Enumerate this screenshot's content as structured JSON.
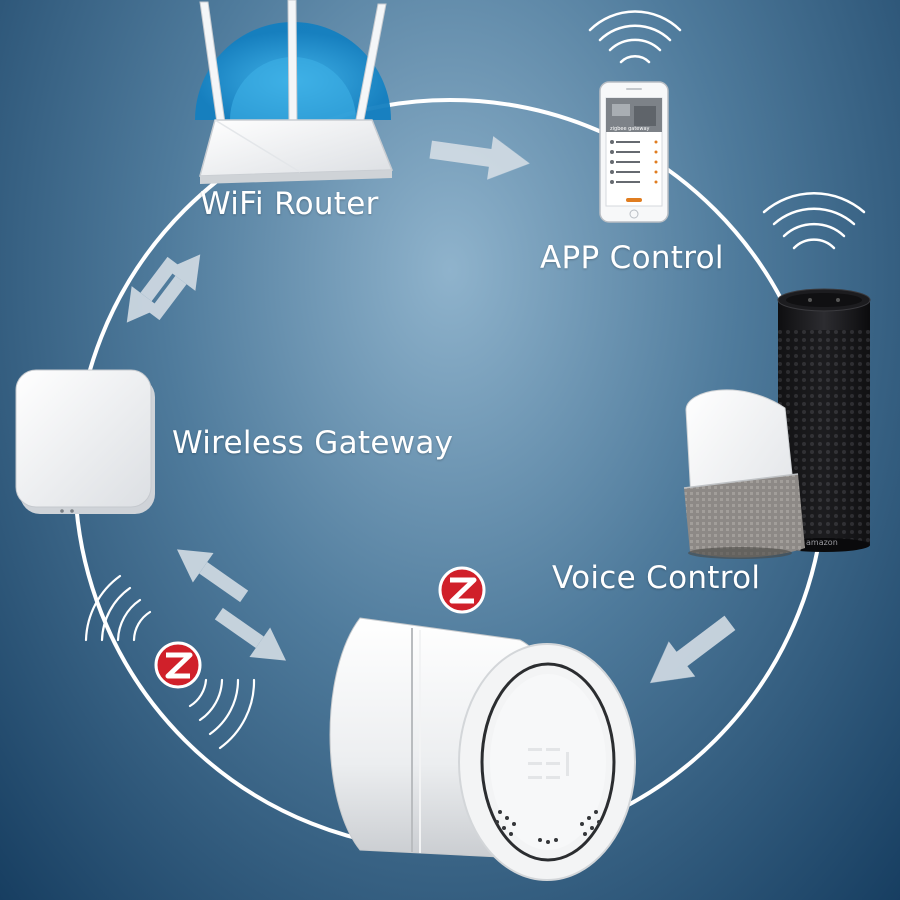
{
  "labels": {
    "wifi_router": "WiFi Router",
    "app_control": "APP Control",
    "wireless_gateway": "Wireless Gateway",
    "voice_control": "Voice Control"
  },
  "phone_screen": {
    "header": "zigbee gateway"
  },
  "speaker": {
    "brand": "amazon"
  },
  "badges": {
    "zigbee_letter": "Z"
  },
  "colors": {
    "ring": "#ffffff",
    "arrow": "#d6e0e8",
    "zigbee_red": "#d0202a",
    "router_glow": "#1e9ad6"
  }
}
